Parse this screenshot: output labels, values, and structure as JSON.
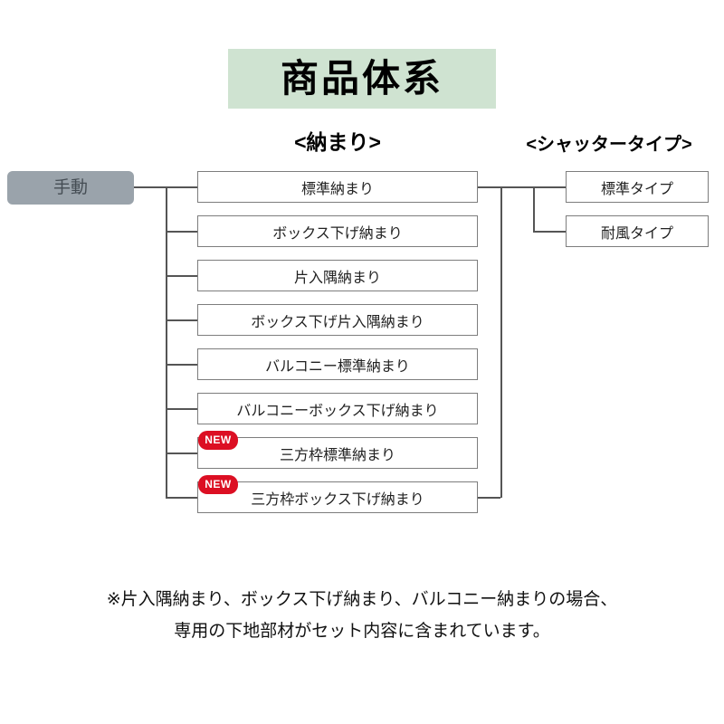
{
  "title": "商品体系",
  "headers": {
    "nakamari": "<納まり>",
    "shutter_type": "<シャッタータイプ>"
  },
  "root": {
    "label": "手動"
  },
  "nakamari_items": [
    {
      "label": "標準納まり"
    },
    {
      "label": "ボックス下げ納まり"
    },
    {
      "label": "片入隅納まり"
    },
    {
      "label": "ボックス下げ片入隅納まり"
    },
    {
      "label": "バルコニー標準納まり"
    },
    {
      "label": "バルコニーボックス下げ納まり"
    },
    {
      "label": "三方枠標準納まり",
      "badge": "NEW"
    },
    {
      "label": "三方枠ボックス下げ納まり",
      "badge": "NEW"
    }
  ],
  "shutter_items": [
    {
      "label": "標準タイプ"
    },
    {
      "label": "耐風タイプ"
    }
  ],
  "note": {
    "line1": "※片入隅納まり、ボックス下げ納まり、バルコニー納まりの場合、",
    "line2": "専用の下地部材がセット内容に含まれています。"
  },
  "colors": {
    "title_bg": "#cfe3d1",
    "badge_red": "#dc0f23",
    "root_gray": "#9aa3ab",
    "line": "#555555"
  }
}
